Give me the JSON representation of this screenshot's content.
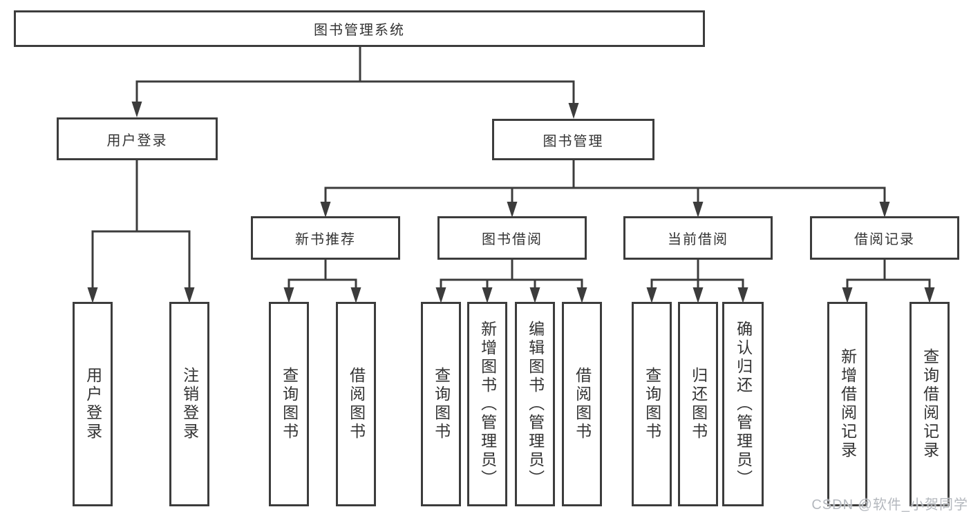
{
  "diagram": {
    "type": "tree",
    "title": "图书管理系统",
    "nodes": {
      "root": "图书管理系统",
      "level2": [
        "用户登录",
        "图书管理"
      ],
      "level3": [
        "新书推荐",
        "图书借阅",
        "当前借阅",
        "借阅记录"
      ],
      "leaves": [
        "用户登录",
        "注销登录",
        "查询图书",
        "借阅图书",
        "查询图书",
        "新增图书（管理员）",
        "编辑图书（管理员）",
        "借阅图书",
        "查询图书",
        "归还图书",
        "确认归还（管理员）",
        "新增借阅记录",
        "查询借阅记录"
      ]
    },
    "edges": [
      [
        "图书管理系统",
        "用户登录"
      ],
      [
        "图书管理系统",
        "图书管理"
      ],
      [
        "用户登录",
        "用户登录"
      ],
      [
        "用户登录",
        "注销登录"
      ],
      [
        "图书管理",
        "新书推荐"
      ],
      [
        "图书管理",
        "图书借阅"
      ],
      [
        "图书管理",
        "当前借阅"
      ],
      [
        "图书管理",
        "借阅记录"
      ],
      [
        "新书推荐",
        "查询图书"
      ],
      [
        "新书推荐",
        "借阅图书"
      ],
      [
        "图书借阅",
        "查询图书"
      ],
      [
        "图书借阅",
        "新增图书（管理员）"
      ],
      [
        "图书借阅",
        "编辑图书（管理员）"
      ],
      [
        "图书借阅",
        "借阅图书"
      ],
      [
        "当前借阅",
        "查询图书"
      ],
      [
        "当前借阅",
        "归还图书"
      ],
      [
        "当前借阅",
        "确认归还（管理员）"
      ],
      [
        "借阅记录",
        "新增借阅记录"
      ],
      [
        "借阅记录",
        "查询借阅记录"
      ]
    ]
  },
  "watermark": "CSDN @软件_小贺同学",
  "colors": {
    "line": "#3c3c3c",
    "text": "#333333",
    "background": "#ffffff",
    "watermark": "#b4b8be"
  }
}
